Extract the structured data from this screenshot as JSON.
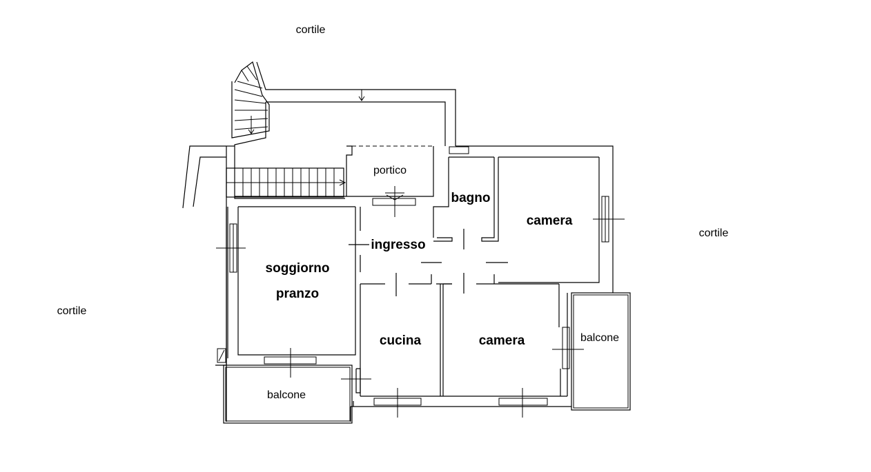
{
  "labels": {
    "cortile_top": "cortile",
    "cortile_right": "cortile",
    "cortile_left": "cortile",
    "portico": "portico",
    "bagno": "bagno",
    "camera_top": "camera",
    "ingresso": "ingresso",
    "soggiorno": "soggiorno",
    "pranzo": "pranzo",
    "cucina": "cucina",
    "camera_bottom": "camera",
    "balcone_right": "balcone",
    "balcone_bottom": "balcone"
  }
}
